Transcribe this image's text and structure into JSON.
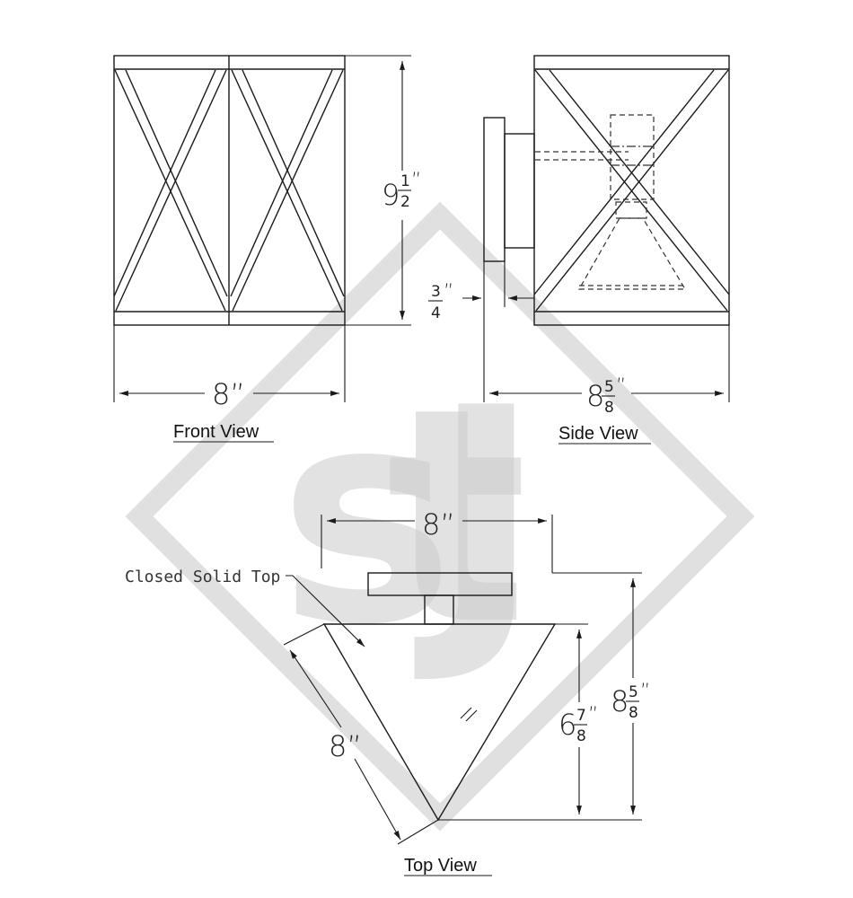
{
  "front_view": {
    "label": "Front View",
    "height_dim": {
      "whole": "9",
      "num": "1",
      "den": "2",
      "unit": "”"
    },
    "width_dim": "8”"
  },
  "side_view": {
    "label": "Side View",
    "offset_dim": {
      "num": "3",
      "den": "4",
      "unit": "”"
    },
    "depth_dim": {
      "whole": "8",
      "num": "5",
      "den": "8",
      "unit": "”"
    }
  },
  "top_view": {
    "label": "Top View",
    "note": "Closed Solid Top",
    "width_dim": "8”",
    "side_dim": "8”",
    "inner_depth_dim": {
      "whole": "6",
      "num": "7",
      "den": "8",
      "unit": "”"
    },
    "overall_depth_dim": {
      "whole": "8",
      "num": "5",
      "den": "8",
      "unit": "”"
    }
  },
  "colors": {
    "line": "#1a1a1a",
    "watermark": "#cccccc"
  }
}
